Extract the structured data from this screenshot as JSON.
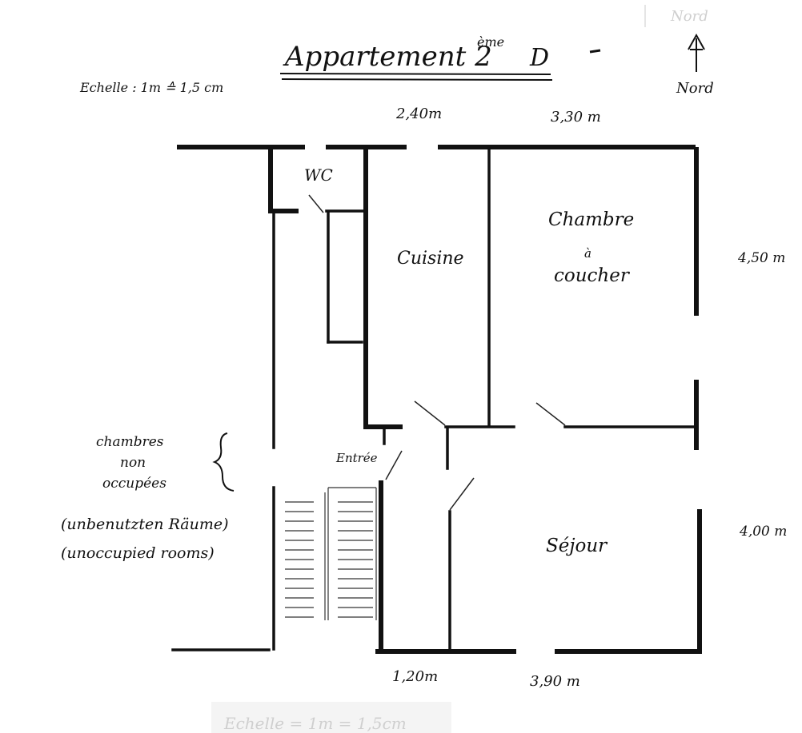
{
  "title": {
    "main": "Appartement 2",
    "superscript": "ème",
    "suffix": "D"
  },
  "scale": "Echelle : 1m ≙ 1,5 cm",
  "north": {
    "label": "Nord",
    "faint_label": "Nord"
  },
  "dimensions": {
    "top_left": "2,40m",
    "top_right": "3,30 m",
    "right_upper": "4,50 m",
    "right_lower": "4,00 m",
    "bottom_left": "1,20m",
    "bottom_right": "3,90 m"
  },
  "rooms": {
    "wc": "WC",
    "cuisine": "Cuisine",
    "chambre_line1": "Chambre",
    "chambre_line2": "à",
    "chambre_line3": "coucher",
    "sejour": "Séjour",
    "entree": "Entrée"
  },
  "unoccupied_note": {
    "line1": "chambres",
    "line2": "non",
    "line3": "occupées",
    "german": "(unbenutzten Räume)",
    "english": "(unoccupied rooms)"
  },
  "footer_faint": "Echelle = 1m = 1,5cm"
}
